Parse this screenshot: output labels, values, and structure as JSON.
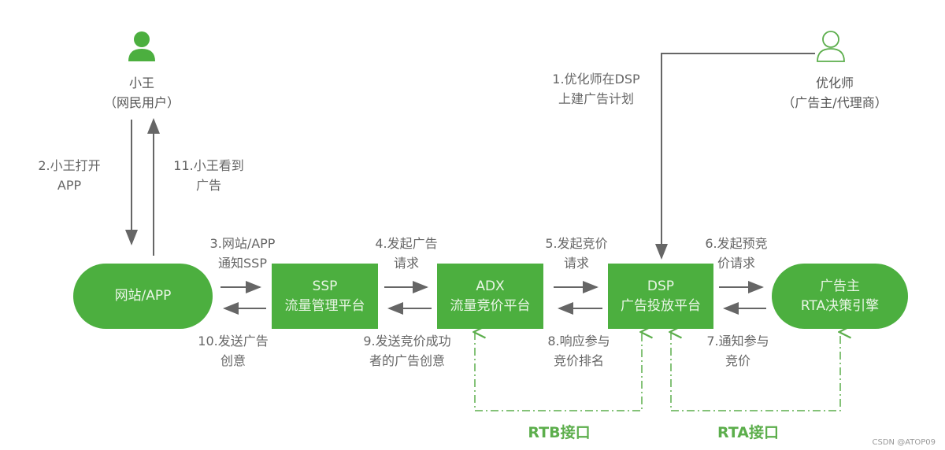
{
  "colors": {
    "accent": "#4caf3f",
    "arrow": "#666666"
  },
  "actors": {
    "user": {
      "icon": "user-filled-icon",
      "name": "小王",
      "role": "（网民用户）"
    },
    "optimizer": {
      "icon": "user-outline-icon",
      "name": "优化师",
      "role": "（广告主/代理商）"
    }
  },
  "nodes": {
    "site": {
      "line1": "网站/APP"
    },
    "ssp": {
      "line1": "SSP",
      "line2": "流量管理平台"
    },
    "adx": {
      "line1": "ADX",
      "line2": "流量竞价平台"
    },
    "dsp": {
      "line1": "DSP",
      "line2": "广告投放平台"
    },
    "adv": {
      "line1": "广告主",
      "line2": "RTA决策引擎"
    }
  },
  "steps": {
    "s1": [
      "1.优化师在DSP",
      "上建广告计划"
    ],
    "s2": [
      "2.小王打开",
      "APP"
    ],
    "s3": [
      "3.网站/APP",
      "通知SSP"
    ],
    "s4": [
      "4.发起广告",
      "请求"
    ],
    "s5": [
      "5.发起竞价",
      "请求"
    ],
    "s6": [
      "6.发起预竞",
      "价请求"
    ],
    "s7": [
      "7.通知参与",
      "竞价"
    ],
    "s8": [
      "8.响应参与",
      "竞价排名"
    ],
    "s9": [
      "9.发送竞价成功",
      "者的广告创意"
    ],
    "s10": [
      "10.发送广告",
      "创意"
    ],
    "s11": [
      "11.小王看到",
      "广告"
    ]
  },
  "interfaces": {
    "rtb": "RTB接口",
    "rta": "RTA接口"
  },
  "watermark": "CSDN @ATOP09"
}
